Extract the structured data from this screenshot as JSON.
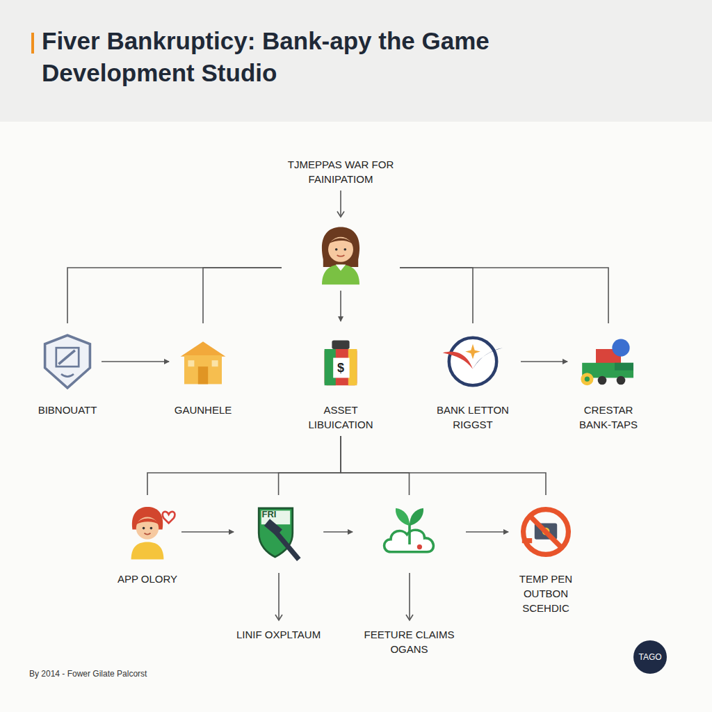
{
  "diagram": {
    "title": "Fiver Bankrupticy: Bank-apy the Game Development Studio",
    "nodes": [
      {
        "text": [
          "TJMEPPAS WAR FOR FAINIPATIOM"
        ]
      },
      {
        "text": [
          "BIBNOUATT"
        ]
      },
      {
        "text": [
          "GAUNHELE"
        ]
      },
      {
        "text": [
          "ASSET LIBUICATION"
        ]
      },
      {
        "text": [
          "BANK LETTON RIGGST"
        ]
      },
      {
        "text": [
          "CRESTAR BANK-TAPS"
        ]
      },
      {
        "text": [
          "APP OLORY"
        ]
      },
      {
        "text": [
          "LINIF OXPLTAUM"
        ]
      },
      {
        "text": [
          "FEETURE CLAIMS OGANS"
        ]
      },
      {
        "text": [
          "TEMP PEN OUTBON SCEHDIC"
        ]
      },
      {
        "text": [
          "TAGO"
        ]
      }
    ],
    "edges": [
      {
        "from": 0,
        "to": 1,
        "arrow": "none"
      },
      {
        "from": 0,
        "to": 2,
        "arrow": "none"
      },
      {
        "from": 0,
        "to": 3,
        "arrow": "to"
      },
      {
        "from": 0,
        "to": 4,
        "arrow": "none"
      },
      {
        "from": 0,
        "to": 5,
        "arrow": "none"
      },
      {
        "from": 1,
        "to": 2,
        "arrow": "to"
      },
      {
        "from": 4,
        "to": 5,
        "arrow": "to"
      },
      {
        "from": 3,
        "to": 6,
        "arrow": "none"
      },
      {
        "from": 3,
        "to": 7,
        "arrow": "none"
      },
      {
        "from": 3,
        "to": 8,
        "arrow": "none"
      },
      {
        "from": 3,
        "to": 9,
        "arrow": "none"
      },
      {
        "from": 6,
        "to": 7,
        "arrow": "to"
      },
      {
        "from": 7,
        "to": 8,
        "arrow": "to"
      },
      {
        "from": 8,
        "to": 9,
        "arrow": "to"
      }
    ],
    "labels": [
      "$",
      "FRI",
      "By 2014 - Fower Gilate Palcorst"
    ]
  }
}
